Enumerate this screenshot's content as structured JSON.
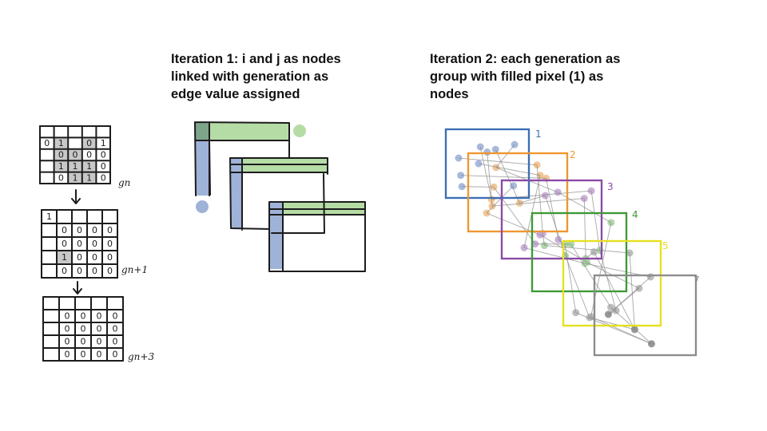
{
  "iteration1": {
    "lines": [
      "Iteration 1: i and j as nodes",
      "linked with generation as",
      "edge value assigned"
    ]
  },
  "iteration2": {
    "lines": [
      "Iteration 2: each generation as",
      "group with filled pixel (1) as",
      "nodes"
    ]
  },
  "grids": [
    {
      "label": "gn",
      "cells": [
        [
          "",
          "",
          "",
          "",
          ""
        ],
        [
          "0",
          "1",
          "",
          "0",
          "1"
        ],
        [
          "",
          "0",
          "0",
          "0",
          "0"
        ],
        [
          "",
          "1",
          "1",
          "1",
          "0"
        ],
        [
          "",
          "0",
          "1",
          "1",
          "0"
        ]
      ],
      "shaded": [
        [
          1,
          1
        ],
        [
          1,
          3
        ],
        [
          2,
          1
        ],
        [
          2,
          2
        ],
        [
          3,
          1
        ],
        [
          3,
          2
        ],
        [
          3,
          3
        ],
        [
          4,
          2
        ],
        [
          4,
          3
        ]
      ]
    },
    {
      "label": "gn+1",
      "cells": [
        [
          "1",
          "",
          "",
          "",
          ""
        ],
        [
          "",
          "0",
          "0",
          "0",
          "0"
        ],
        [
          "",
          "0",
          "0",
          "0",
          "0"
        ],
        [
          "",
          "1",
          "0",
          "0",
          "0"
        ],
        [
          "",
          "0",
          "0",
          "0",
          "0"
        ]
      ],
      "shaded": [
        [
          3,
          1
        ]
      ]
    },
    {
      "label": "gn+3",
      "cells": [
        [
          "",
          "",
          "",
          "",
          ""
        ],
        [
          "",
          "0",
          "0",
          "0",
          "0"
        ],
        [
          "",
          "0",
          "0",
          "0",
          "0"
        ],
        [
          "",
          "0",
          "0",
          "0",
          "0"
        ],
        [
          "",
          "0",
          "0",
          "0",
          "0"
        ]
      ],
      "shaded": []
    }
  ],
  "generation_layers": [
    {
      "number": "1",
      "color": "#3b6fb3",
      "dot_color": "#9fb3d8"
    },
    {
      "number": "2",
      "color": "#f0962f",
      "dot_color": "#f2c08c"
    },
    {
      "number": "3",
      "color": "#8b4aa6",
      "dot_color": "#c6a6d6"
    },
    {
      "number": "4",
      "color": "#3e9a36",
      "dot_color": "#a6d49e"
    },
    {
      "number": "5",
      "color": "#e6e020",
      "dot_color": "#b7b7b7"
    },
    {
      "number": "7",
      "color": "#8c8c8c",
      "dot_color": "#8c8c8c"
    }
  ],
  "colors": {
    "row_green": "#b6dca6",
    "col_blue": "#9fb3d8",
    "cell_shade": "#c8c8c8",
    "ink": "#1c1c1c"
  }
}
